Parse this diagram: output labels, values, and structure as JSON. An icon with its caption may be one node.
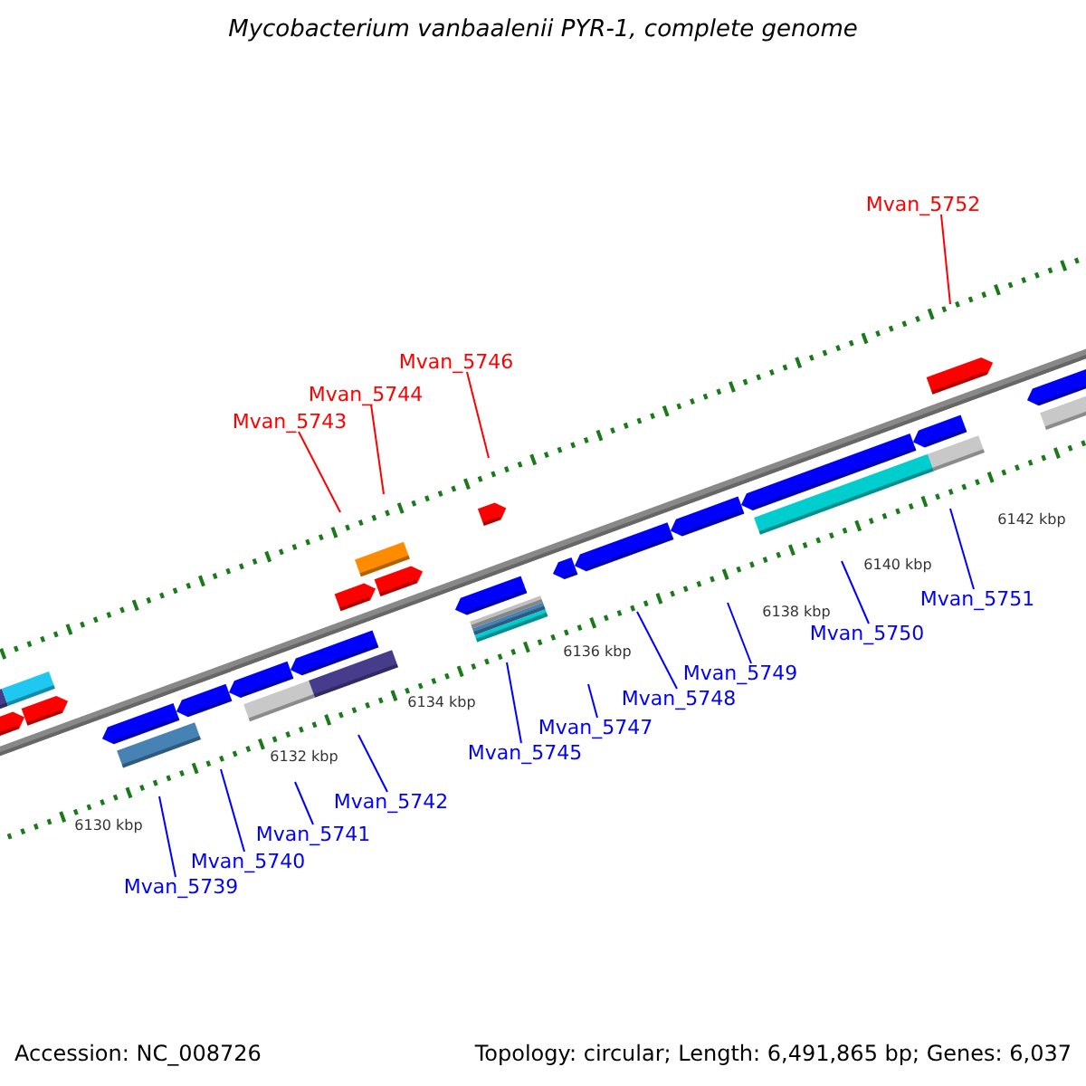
{
  "diagram": {
    "title": "Mycobacterium vanbaalenii PYR-1, complete genome",
    "nodes": [
      {
        "text": [
          "Mvan_5752"
        ]
      },
      {
        "text": [
          "Mvan_5746"
        ]
      },
      {
        "text": [
          "Mvan_5744"
        ]
      },
      {
        "text": [
          "Mvan_5743"
        ]
      },
      {
        "text": [
          "Mvan_5751"
        ]
      },
      {
        "text": [
          "Mvan_5750"
        ]
      },
      {
        "text": [
          "Mvan_5749"
        ]
      },
      {
        "text": [
          "Mvan_5748"
        ]
      },
      {
        "text": [
          "Mvan_5747"
        ]
      },
      {
        "text": [
          "Mvan_5745"
        ]
      },
      {
        "text": [
          "Mvan_5742"
        ]
      },
      {
        "text": [
          "Mvan_5741"
        ]
      },
      {
        "text": [
          "Mvan_5740"
        ]
      },
      {
        "text": [
          "Mvan_5739"
        ]
      }
    ],
    "edges": [
      {
        "from": 0,
        "to": null,
        "arrow": "none",
        "color": "#ff0000"
      },
      {
        "from": 1,
        "to": null,
        "arrow": "none",
        "color": "#ff0000"
      },
      {
        "from": 2,
        "to": null,
        "arrow": "none",
        "color": "#ff0000"
      },
      {
        "from": 3,
        "to": null,
        "arrow": "none",
        "color": "#ff0000"
      },
      {
        "from": 4,
        "to": null,
        "arrow": "none"
      },
      {
        "from": 5,
        "to": null,
        "arrow": "none"
      },
      {
        "from": 6,
        "to": null,
        "arrow": "none"
      },
      {
        "from": 7,
        "to": null,
        "arrow": "none"
      },
      {
        "from": 8,
        "to": null,
        "arrow": "none"
      },
      {
        "from": 9,
        "to": null,
        "arrow": "none"
      },
      {
        "from": 10,
        "to": null,
        "arrow": "none"
      },
      {
        "from": 11,
        "to": null,
        "arrow": "none"
      },
      {
        "from": 12,
        "to": null,
        "arrow": "none"
      },
      {
        "from": 13,
        "to": null,
        "arrow": "none"
      }
    ],
    "labels": [
      "6142 kbp",
      "6140 kbp",
      "6138 kbp",
      "6136 kbp",
      "6134 kbp",
      "6132 kbp",
      "6130 kbp",
      "Accession: NC_008726",
      "Topology: circular; Length: 6,491,865 bp; Genes: 6,037"
    ]
  }
}
